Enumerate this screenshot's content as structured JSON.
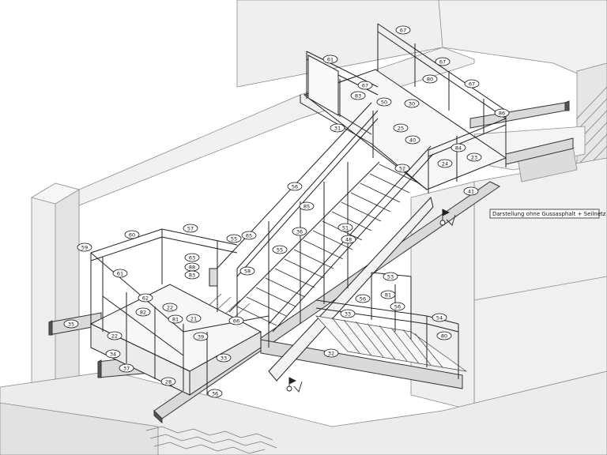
{
  "drawing": {
    "note": "Darstellung ohne Gussasphalt + Seilnetz",
    "balloons": [
      {
        "label": "67"
      },
      {
        "label": "61"
      },
      {
        "label": "67"
      },
      {
        "label": "67"
      },
      {
        "label": "80"
      },
      {
        "label": "83"
      },
      {
        "label": "67"
      },
      {
        "label": "30"
      },
      {
        "label": "86"
      },
      {
        "label": "31"
      },
      {
        "label": "25"
      },
      {
        "label": "40"
      },
      {
        "label": "50"
      },
      {
        "label": "84"
      },
      {
        "label": "52"
      },
      {
        "label": "24"
      },
      {
        "label": "23"
      },
      {
        "label": "41"
      },
      {
        "label": "56"
      },
      {
        "label": "85"
      },
      {
        "label": "59"
      },
      {
        "label": "60"
      },
      {
        "label": "57"
      },
      {
        "label": "55"
      },
      {
        "label": "65"
      },
      {
        "label": "36"
      },
      {
        "label": "63"
      },
      {
        "label": "88"
      },
      {
        "label": "83"
      },
      {
        "label": "55"
      },
      {
        "label": "58"
      },
      {
        "label": "61"
      },
      {
        "label": "62"
      },
      {
        "label": "82"
      },
      {
        "label": "22"
      },
      {
        "label": "81"
      },
      {
        "label": "21"
      },
      {
        "label": "66"
      },
      {
        "label": "39"
      },
      {
        "label": "35"
      },
      {
        "label": "22"
      },
      {
        "label": "34"
      },
      {
        "label": "37"
      },
      {
        "label": "28"
      },
      {
        "label": "33"
      },
      {
        "label": "36"
      },
      {
        "label": "32"
      },
      {
        "label": "33"
      },
      {
        "label": "53"
      },
      {
        "label": "81"
      },
      {
        "label": "56"
      },
      {
        "label": "56"
      },
      {
        "label": "54"
      },
      {
        "label": "80"
      },
      {
        "label": "51"
      },
      {
        "label": "48"
      }
    ]
  }
}
